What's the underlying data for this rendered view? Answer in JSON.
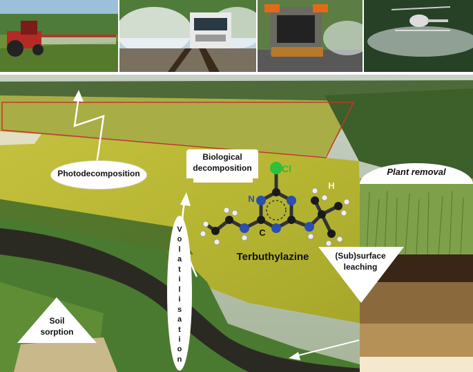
{
  "labels": {
    "photodecomposition": "Photodecomposition",
    "biological_1": "Biological",
    "biological_2": "decomposition",
    "plant_removal": "Plant removal",
    "subsurface_1": "(Sub)surface",
    "subsurface_2": "leaching",
    "soil_1": "Soil",
    "soil_2": "sorption",
    "volatilisation_letters": [
      "V",
      "o",
      "l",
      "a",
      "t",
      "i",
      "l",
      "i",
      "s",
      "a",
      "t",
      "i",
      "o",
      "n"
    ],
    "compound": "Terbuthylazine",
    "atom_cl": "Cl",
    "atom_n": "N",
    "atom_c": "C",
    "atom_h": "H"
  },
  "colors": {
    "field_yellow": "#c9c23a",
    "forest_green": "#3f6a2a",
    "river": "#2b2a22",
    "boundary_red": "#c0392b",
    "chlorine_green": "#2fbf3a",
    "nitrogen_blue": "#2a4fb0",
    "carbon_black": "#1a1a1a",
    "hydrogen_white": "#f2f2f2"
  },
  "icons": [
    "tractor-sprayer-photo",
    "train-sprayer-photo",
    "truck-sprayer-photo",
    "helicopter-sprayer-photo"
  ]
}
